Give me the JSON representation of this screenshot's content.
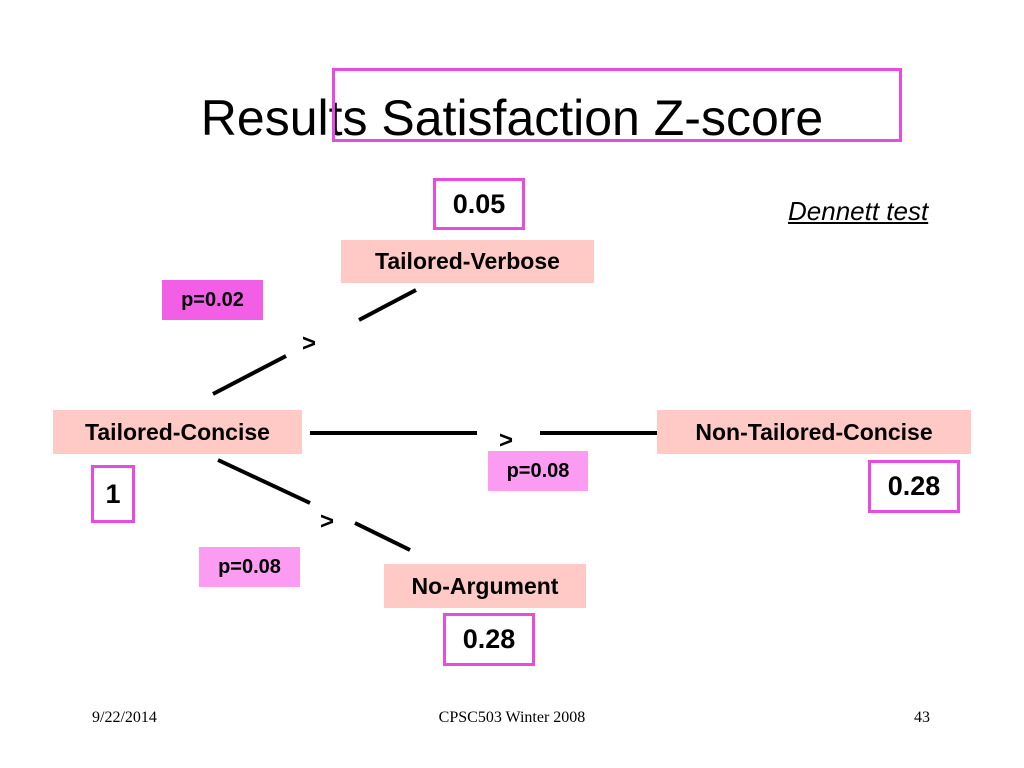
{
  "title": "Results Satisfaction Z-score",
  "test_label": "Dennett test",
  "nodes": {
    "tailored_verbose": {
      "label": "Tailored-Verbose",
      "score": "0.05"
    },
    "tailored_concise": {
      "label": "Tailored-Concise",
      "score": "1"
    },
    "non_tailored_concise": {
      "label": "Non-Tailored-Concise",
      "score": "0.28"
    },
    "no_argument": {
      "label": "No-Argument",
      "score": "0.28"
    }
  },
  "comparisons": {
    "verbose": {
      "symbol": ">",
      "p": "p=0.02"
    },
    "non_tailored": {
      "symbol": ">",
      "p": "p=0.08"
    },
    "no_argument": {
      "symbol": ">",
      "p": "p=0.08"
    }
  },
  "colors": {
    "node_fill": "#ffc9c5",
    "score_border": "#e84be0",
    "p_strong": "#f25ee6",
    "p_weak": "#fb9cf2"
  },
  "footer": {
    "date": "9/22/2014",
    "course": "CPSC503 Winter 2008",
    "page": "43"
  }
}
